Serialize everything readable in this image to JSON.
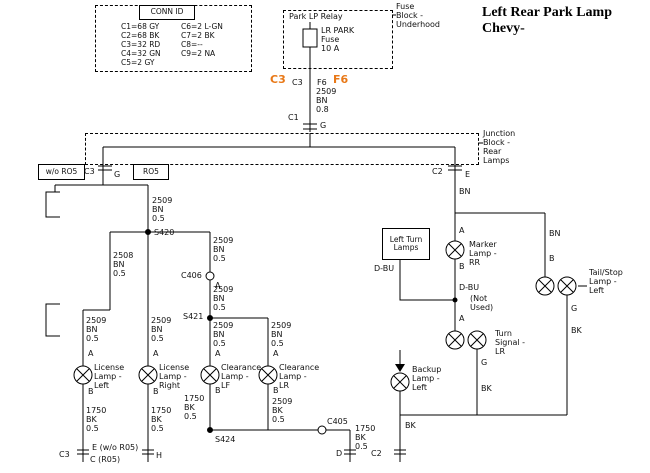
{
  "colors": {
    "accent_orange": "#e87817",
    "line": "#000000",
    "background": "#ffffff"
  },
  "title": {
    "line1": "Left Rear Park Lamp",
    "line2": "Chevy-"
  },
  "conn_id": {
    "header": "CONN ID",
    "col1": [
      "C1=68 GY",
      "C2=68 BK",
      "C3=32 RD",
      "C4=32 GN",
      "C5=2 GY"
    ],
    "col2": [
      "C6=2 L-GN",
      "C7=2 BK",
      "C8=--",
      "C9=2 NA"
    ]
  },
  "fuse_area": {
    "block_label": "Fuse\nBlock -\nUnderhood",
    "relay_label": "Park LP Relay",
    "fuse_label": "LR PARK\nFuse\n10 A"
  },
  "grid_refs": {
    "c3_orange": "C3",
    "c3_small": "C3",
    "f6_small": "F6",
    "f6_orange": "F6"
  },
  "junction_block": {
    "label": "Junction\nBlock -\nRear\nLamps"
  },
  "options": {
    "wo_ro5": "w/o RO5",
    "ro5": "RO5"
  },
  "splices": {
    "s420": "S420",
    "s421": "S421",
    "s424": "S424"
  },
  "connectors": {
    "c1": "C1",
    "c1_pin": "G",
    "jb_c3": "C3",
    "jb_c3_pin": "G",
    "jb_c2": "C2",
    "jb_c2_pin": "E",
    "c406": "C406",
    "c406_pin": "A",
    "c405": "C405",
    "bottom_c3": "C3",
    "bottom_c3_pin_e": "E (w/o R05)",
    "bottom_c3_pin_c": "C (R05)",
    "bottom_h": "H",
    "bottom_d": "D",
    "bottom_c2": "C2"
  },
  "wire_labels": {
    "feed_main": "2509\nBN\n0.8",
    "feed_ro5": "2509\nBN\n0.5",
    "branch_2508": "2508\nBN\n0.5",
    "license_left_feed": "2509\nBN\n0.5",
    "license_right_feed": "2509\nBN\n0.5",
    "mid_feed_a": "2509\nBN\n0.5",
    "mid_feed_b": "2509\nBN\n0.5",
    "clearance_lf_feed": "2509\nBN\n0.5",
    "clearance_lr_feed": "2509\nBN\n0.5",
    "license_left_gnd": "1750\nBK\n0.5",
    "license_right_gnd": "1750\nBK\n0.5",
    "clearance_lf_gnd": "1750\nBK\n0.5",
    "clearance_lr_gnd": "2509\nBK\n0.5",
    "c405_gnd": "1750\nBK\n0.5",
    "bn_right": "BN",
    "bn_tail": "BN",
    "dbu_left": "D-BU",
    "dbu_right": "D-BU",
    "bk_turn": "BK",
    "bk_tail": "BK",
    "bk_final": "BK"
  },
  "pins": {
    "license_left_a": "A",
    "license_left_b": "B",
    "license_right_a": "A",
    "license_right_b": "B",
    "clearance_lf_a": "A",
    "clearance_lf_b": "B",
    "clearance_lr_a": "A",
    "clearance_lr_b": "B",
    "marker_a": "A",
    "marker_b": "B",
    "turn_a": "A",
    "turn_g": "G",
    "tail_b": "B",
    "tail_g": "G"
  },
  "lamps": {
    "license_left": "License\nLamp -\nLeft",
    "license_right": "License\nLamp -\nRight",
    "clearance_lf": "Clearance\nLamp -\nLF",
    "clearance_lr": "Clearance\nLamp -\nLR",
    "marker_rr": "Marker\nLamp -\nRR",
    "turn_signal_lr": "Turn\nSignal -\nLR",
    "tail_stop_left": "Tail/Stop\nLamp -\nLeft",
    "backup_left": "Backup\nLamp -\nLeft"
  },
  "misc": {
    "left_turn_lamps": "Left Turn\nLamps",
    "not_used": "(Not\nUsed)"
  }
}
